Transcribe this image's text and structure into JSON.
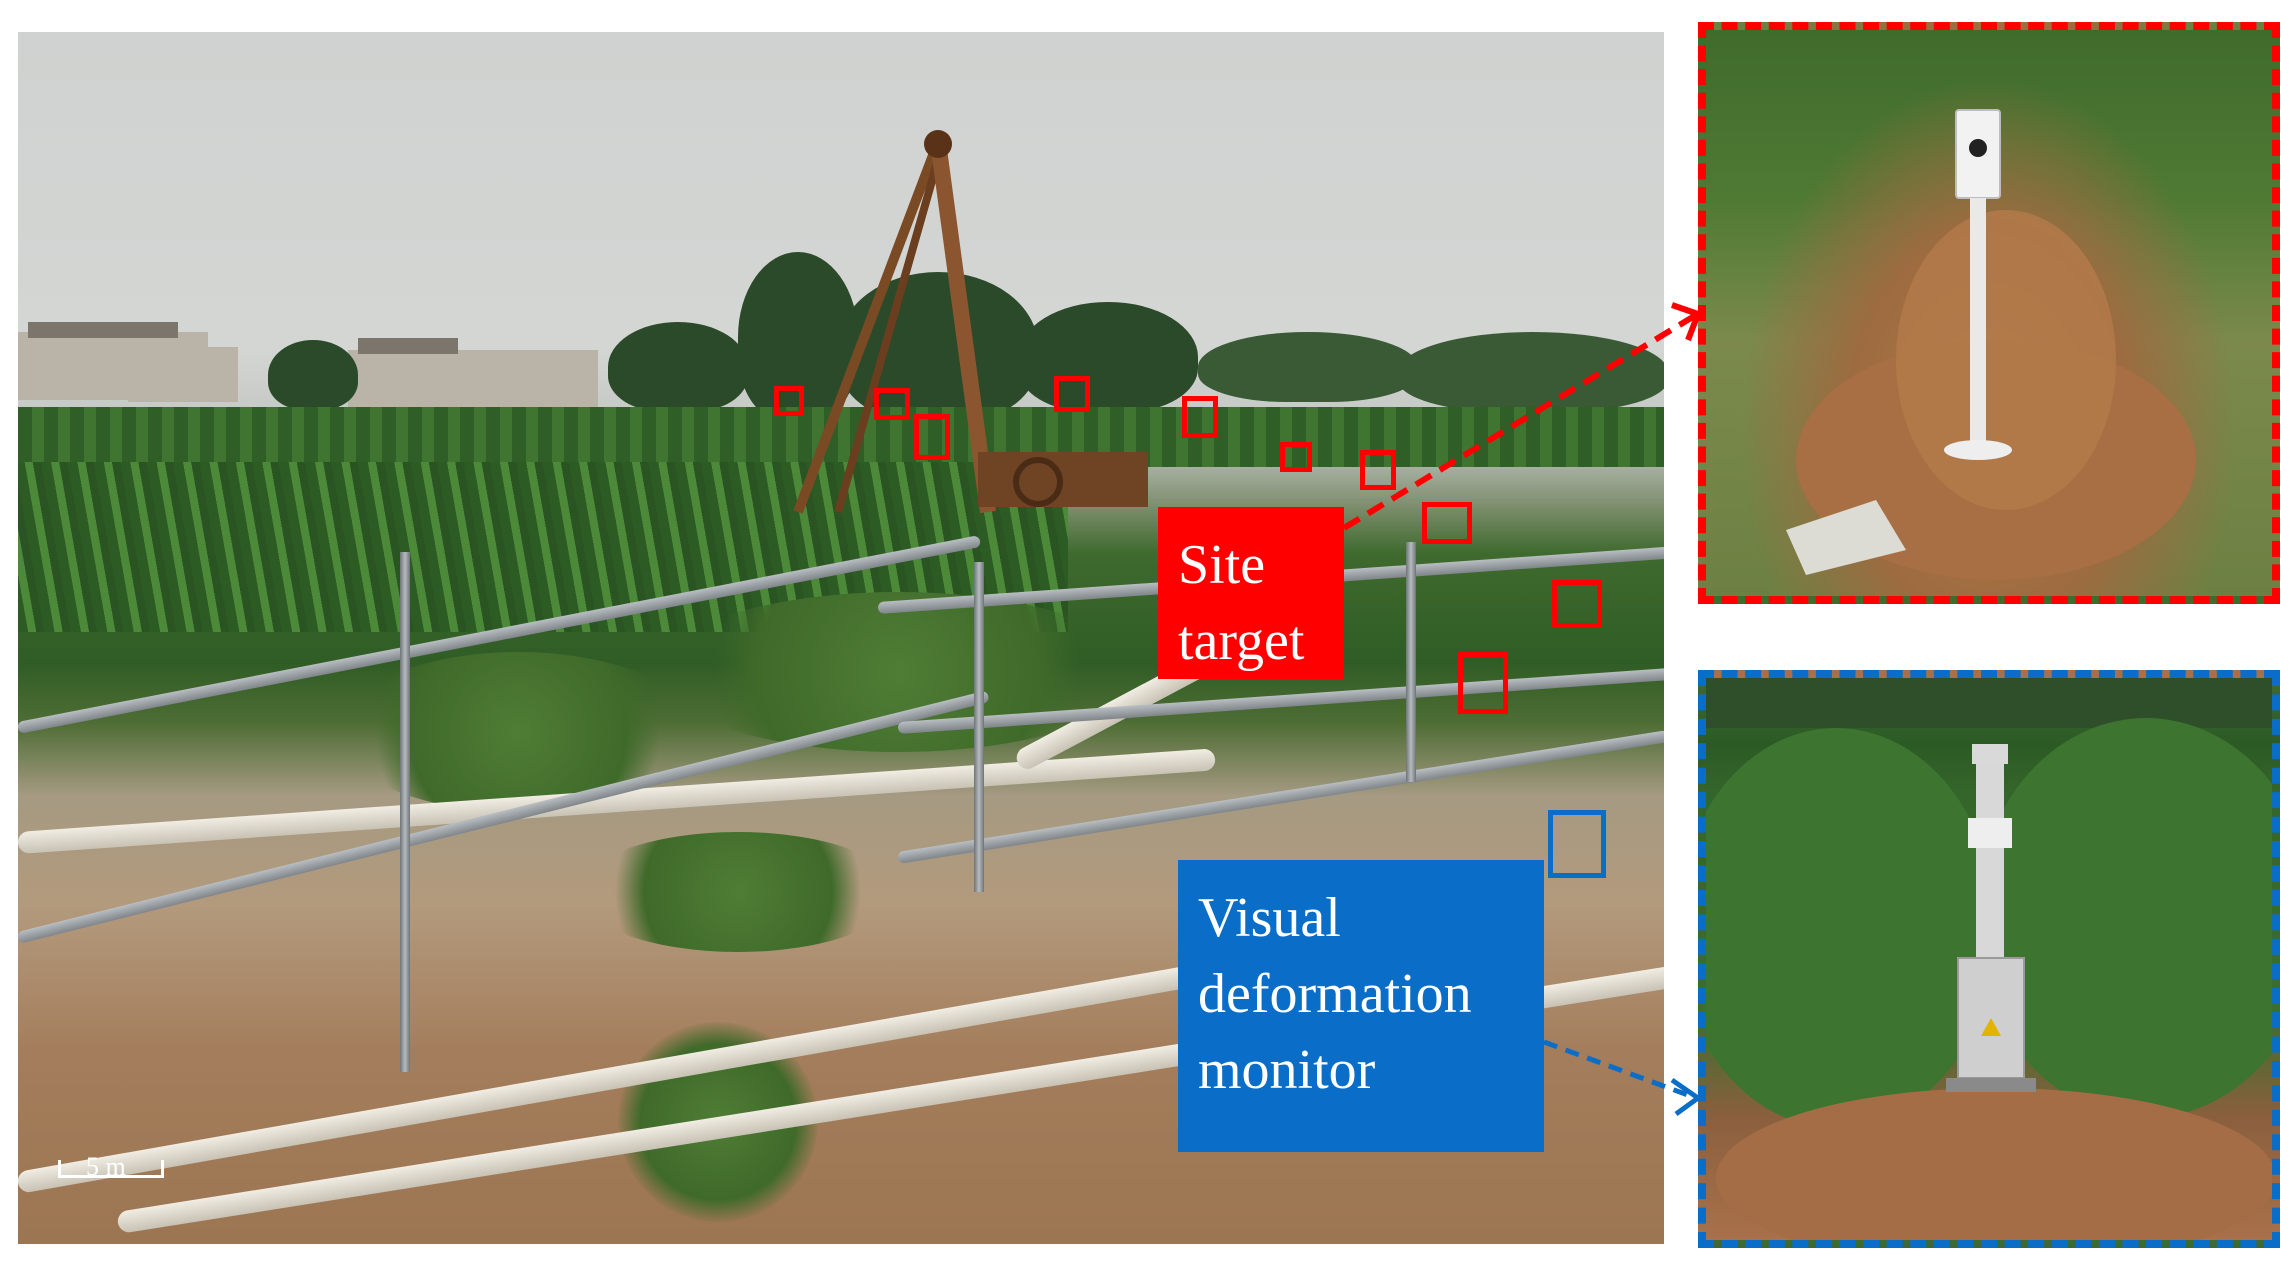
{
  "labels": {
    "site_target_line1": "Site",
    "site_target_line2": "target",
    "monitor_line1": "Visual",
    "monitor_line2": "deformation",
    "monitor_line3": "monitor"
  },
  "scale_bar": {
    "text": "5 m"
  },
  "colors": {
    "target": "#ff0000",
    "monitor": "#0a6ec8",
    "label_text": "#ffffff"
  }
}
